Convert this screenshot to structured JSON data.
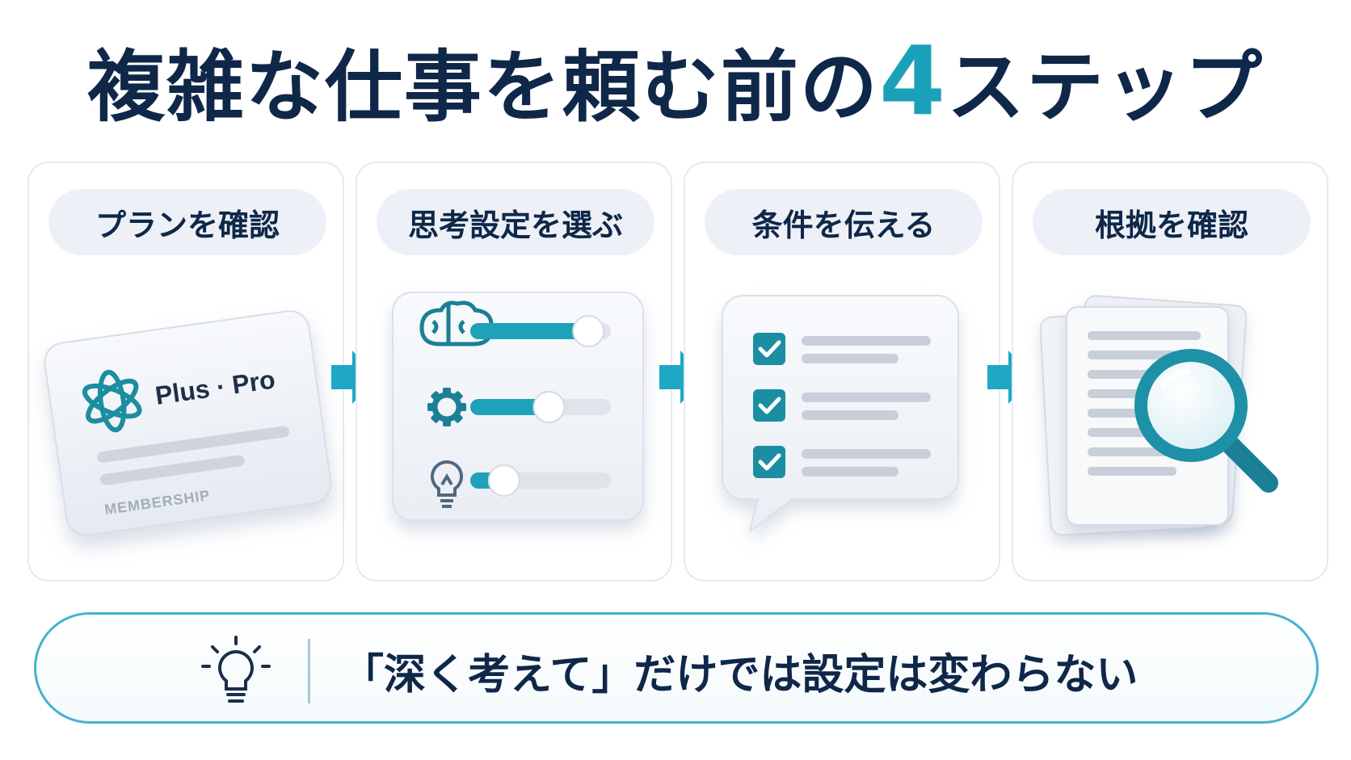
{
  "title": {
    "main": "複雑な仕事を頼む前の",
    "number": "4",
    "suffix": "ステップ"
  },
  "steps": [
    {
      "label": "プランを確認",
      "card_brand": "Plus · Pro",
      "card_caption": "MEMBERSHIP"
    },
    {
      "label": "思考設定を選ぶ",
      "sliders": [
        0.84,
        0.56,
        0.24
      ]
    },
    {
      "label": "条件を伝える"
    },
    {
      "label": "根拠を確認"
    }
  ],
  "banner": {
    "text": "「深く考えて」だけでは設定は変わらない"
  },
  "icons": {
    "logo": "openai-logo-icon",
    "slider_icons": [
      "brain-icon",
      "gear-icon",
      "lightbulb-icon"
    ],
    "check": "checkbox-checked-icon",
    "search": "magnifying-glass-icon",
    "banner": "lightbulb-icon",
    "arrow": "arrow-right-icon"
  },
  "colors": {
    "navy": "#0f2748",
    "teal": "#1aa0b8",
    "teal_dark": "#1b7f95",
    "banner_border": "#45b2ce"
  }
}
